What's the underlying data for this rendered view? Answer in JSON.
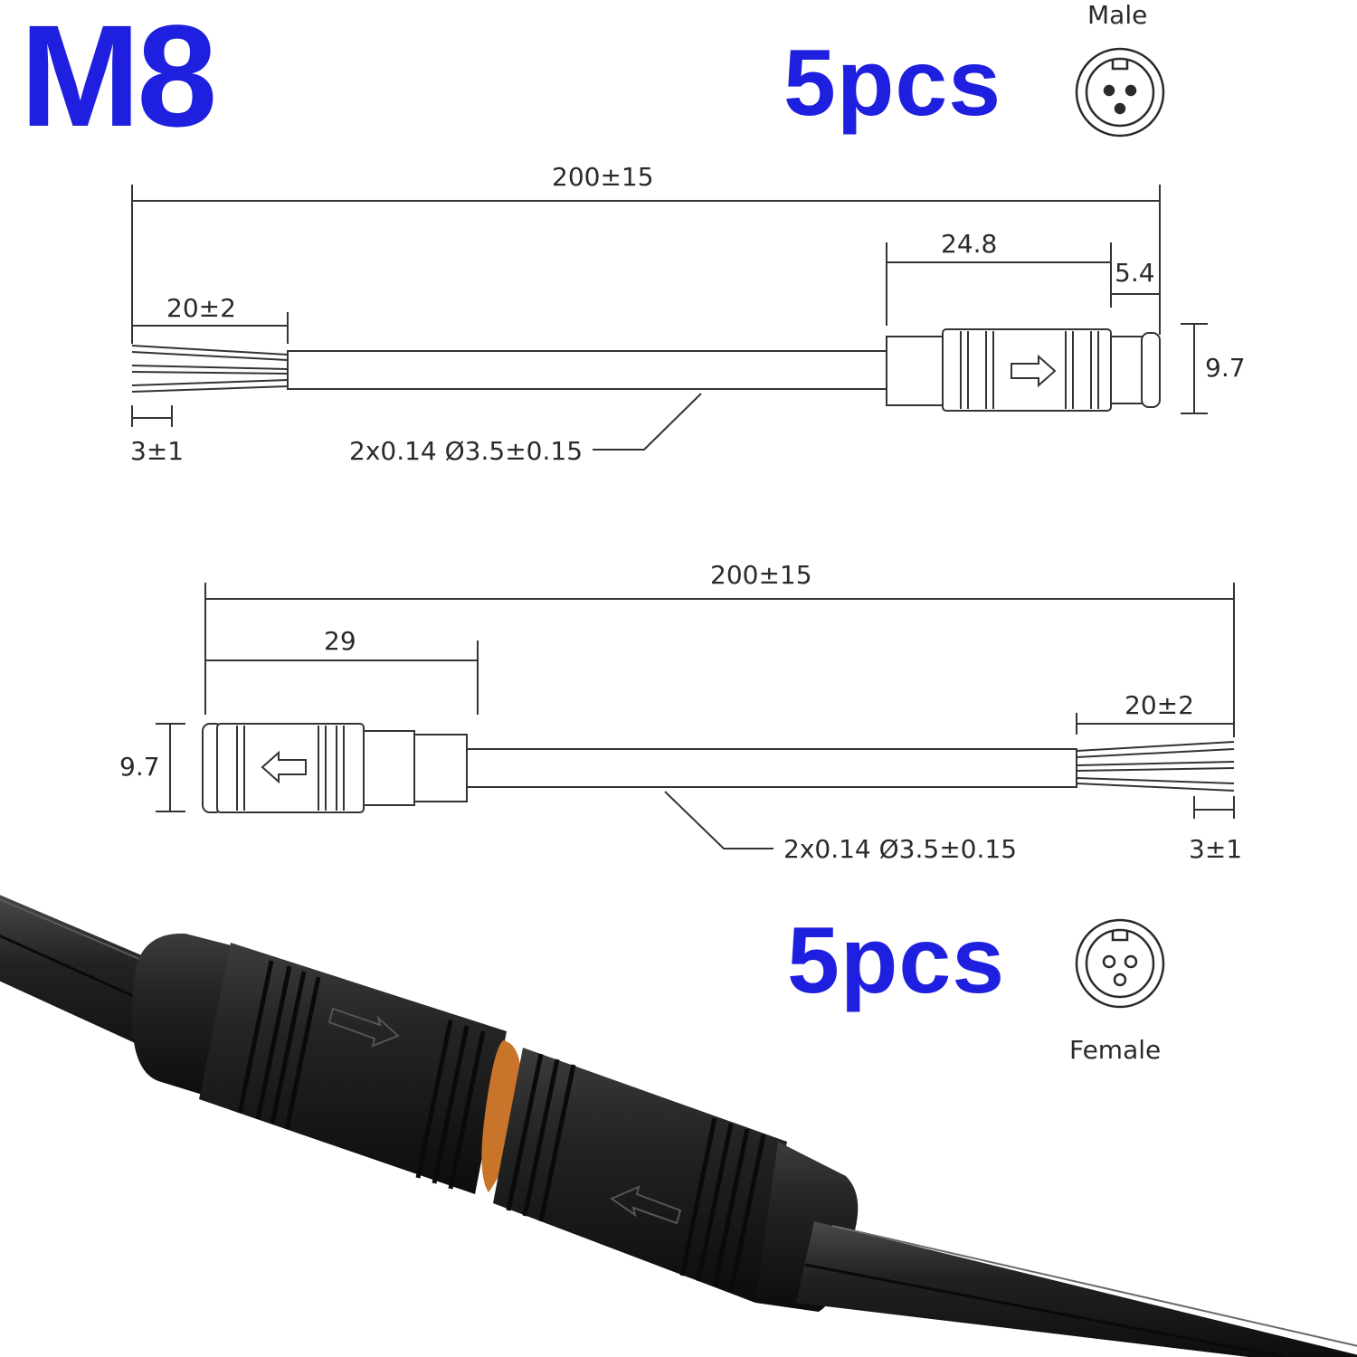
{
  "header": {
    "title": "M8"
  },
  "male": {
    "quantity": "5pcs",
    "label": "Male",
    "dims": {
      "total_length": "200±15",
      "connector_length": "24.8",
      "tip_length": "5.4",
      "strip_length": "20±2",
      "wire_tip": "3±1",
      "diameter": "9.7",
      "cable_spec": "2x0.14 Ø3.5±0.15"
    }
  },
  "female": {
    "quantity": "5pcs",
    "label": "Female",
    "dims": {
      "total_length": "200±15",
      "connector_length": "29",
      "strip_length": "20±2",
      "wire_tip": "3±1",
      "diameter": "9.7",
      "cable_spec": "2x0.14 Ø3.5±0.15"
    }
  },
  "colors": {
    "title_blue": "#1f1fe0",
    "line": "#333333",
    "connector_black": "#1b1b1b",
    "seal_orange": "#c8742a"
  },
  "icons": [
    "male-connector-face-icon",
    "female-connector-face-icon",
    "direction-arrow-icon"
  ]
}
